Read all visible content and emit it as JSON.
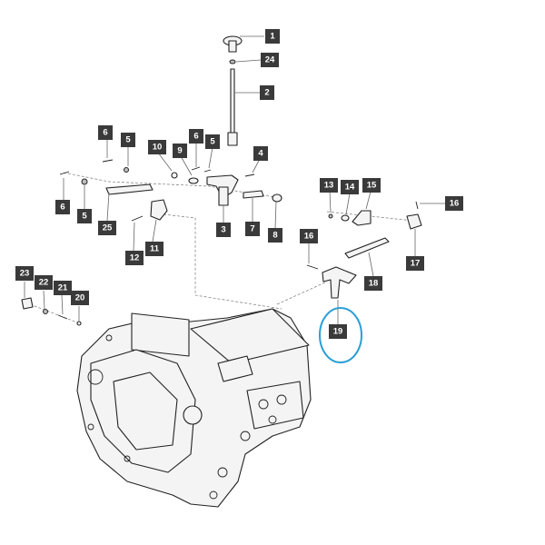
{
  "diagram": {
    "highlight_color": "#2a9fd6",
    "highlighted_part": "19",
    "callouts": [
      "1",
      "24",
      "2",
      "6",
      "5",
      "10",
      "9",
      "6",
      "5",
      "4",
      "13",
      "14",
      "15",
      "16",
      "6",
      "5",
      "25",
      "3",
      "7",
      "8",
      "12",
      "11",
      "16",
      "17",
      "18",
      "23",
      "22",
      "21",
      "20",
      "19"
    ]
  }
}
